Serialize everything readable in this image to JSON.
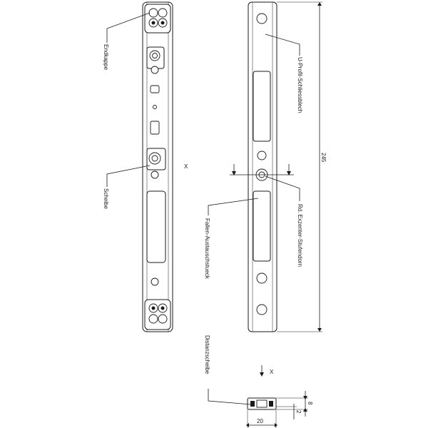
{
  "drawing": {
    "labels": {
      "endkappe": "Endkappe",
      "scheibe": "Scheibe",
      "u_profil": "U-Profil-Schliessblech",
      "exzenter": "Rd. Exzenter-Stufendorn",
      "fallen": "Fallen-Austauschstueck",
      "distanz": "Distanzscheibe"
    },
    "markers": {
      "x_main": "X",
      "x_section": "X"
    },
    "dimensions": {
      "length": "245",
      "width": "20",
      "height": "8",
      "offset": "2"
    }
  }
}
